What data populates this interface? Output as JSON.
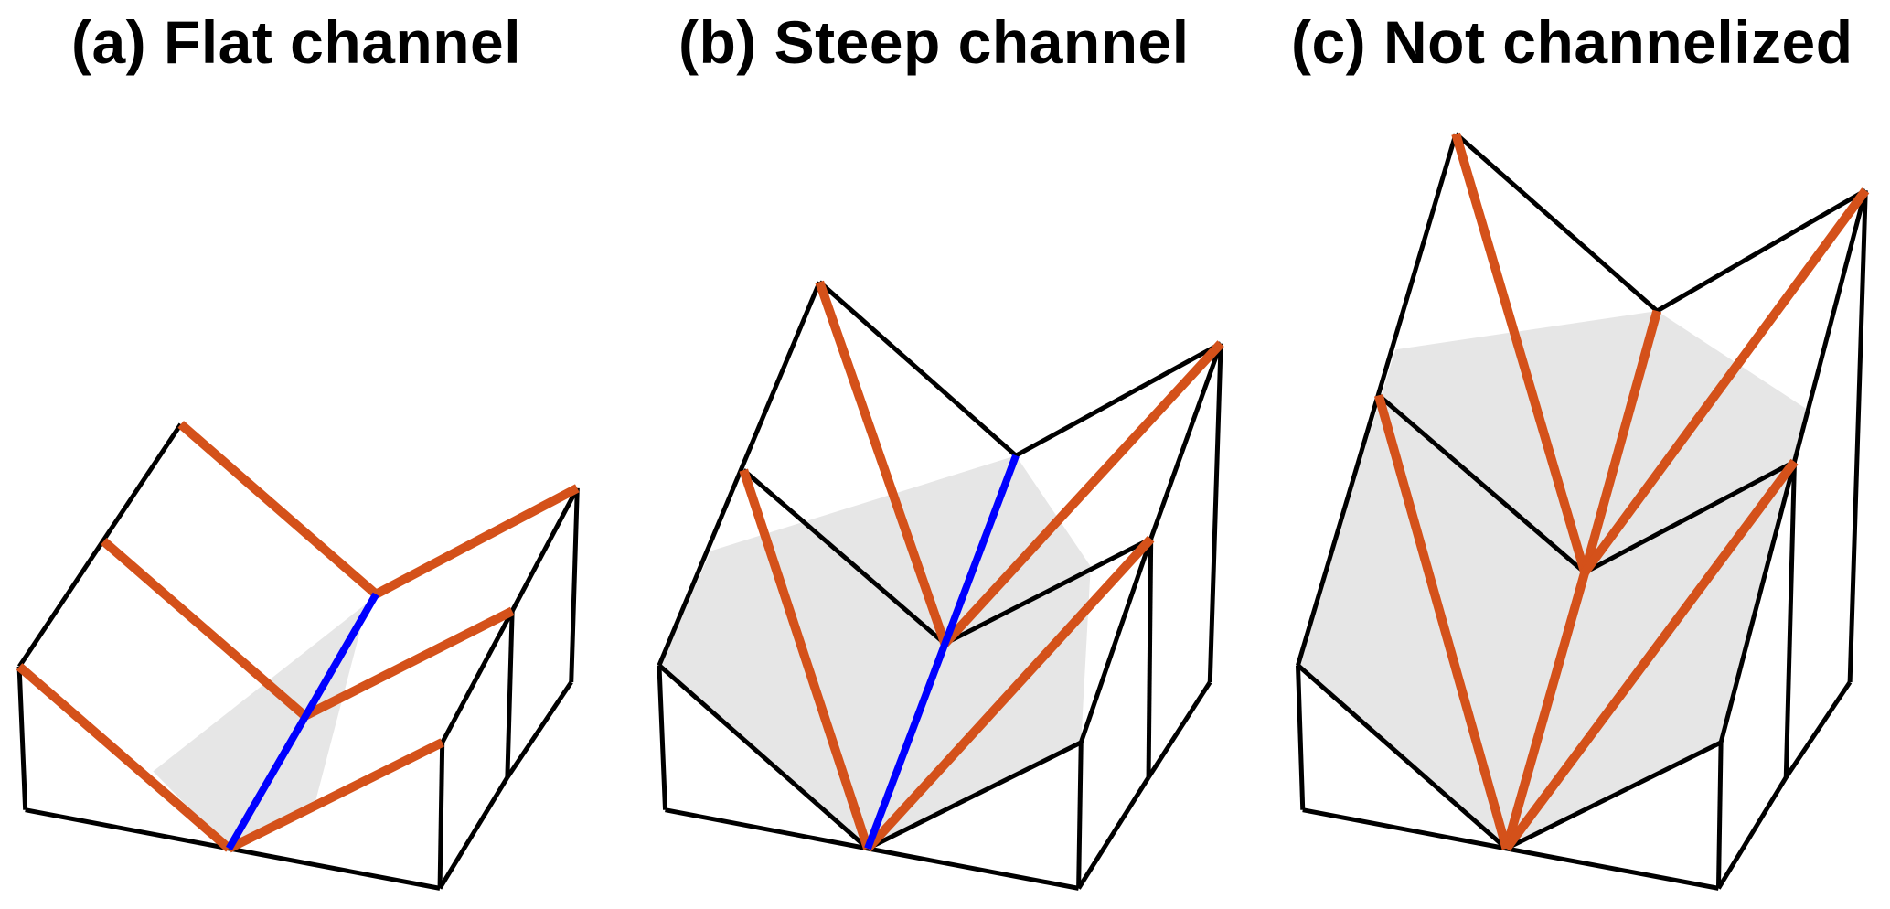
{
  "panels": [
    {
      "id": "a",
      "title": "(a) Flat channel",
      "has_channel": true
    },
    {
      "id": "b",
      "title": "(b) Steep channel",
      "has_channel": true
    },
    {
      "id": "c",
      "title": "(c) Not channelized",
      "has_channel": false
    }
  ],
  "colors": {
    "edge": "#000000",
    "flow": "#D4511A",
    "channel": "#0000FF",
    "shade": "#E6E6E6"
  }
}
